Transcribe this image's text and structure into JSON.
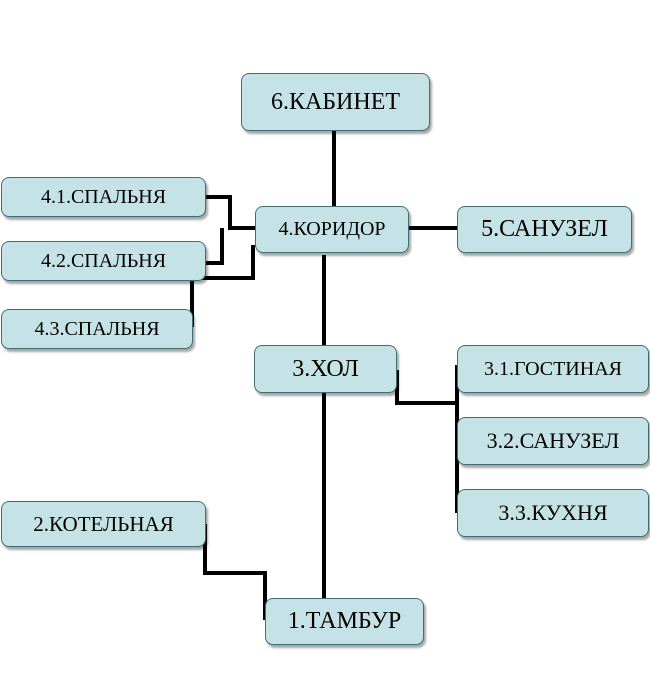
{
  "colors": {
    "node_fill": "#c5e3e6",
    "node_border": "#3f6f74",
    "connector": "#000000"
  },
  "nodes": {
    "kabinet": "6.КАБИНЕТ",
    "koridor": "4.КОРИДОР",
    "sanuzel_5": "5.САНУЗЕЛ",
    "spalnya_41": "4.1.СПАЛЬНЯ",
    "spalnya_42": "4.2.СПАЛЬНЯ",
    "spalnya_43": "4.3.СПАЛЬНЯ",
    "hol": "3.ХОЛ",
    "gostinaya": "3.1.ГОСТИНАЯ",
    "sanuzel_32": "3.2.САНУЗЕЛ",
    "kuhnya": "3.3.КУХНЯ",
    "kotelnaya": "2.КОТЕЛЬНАЯ",
    "tambur": "1.ТАМБУР"
  },
  "edges": [
    [
      "koridor",
      "kabinet"
    ],
    [
      "koridor",
      "sanuzel_5"
    ],
    [
      "koridor",
      "spalnya_41"
    ],
    [
      "koridor",
      "spalnya_42"
    ],
    [
      "koridor",
      "spalnya_43"
    ],
    [
      "koridor",
      "hol"
    ],
    [
      "hol",
      "gostinaya"
    ],
    [
      "hol",
      "sanuzel_32"
    ],
    [
      "hol",
      "kuhnya"
    ],
    [
      "hol",
      "tambur"
    ],
    [
      "tambur",
      "kotelnaya"
    ]
  ]
}
